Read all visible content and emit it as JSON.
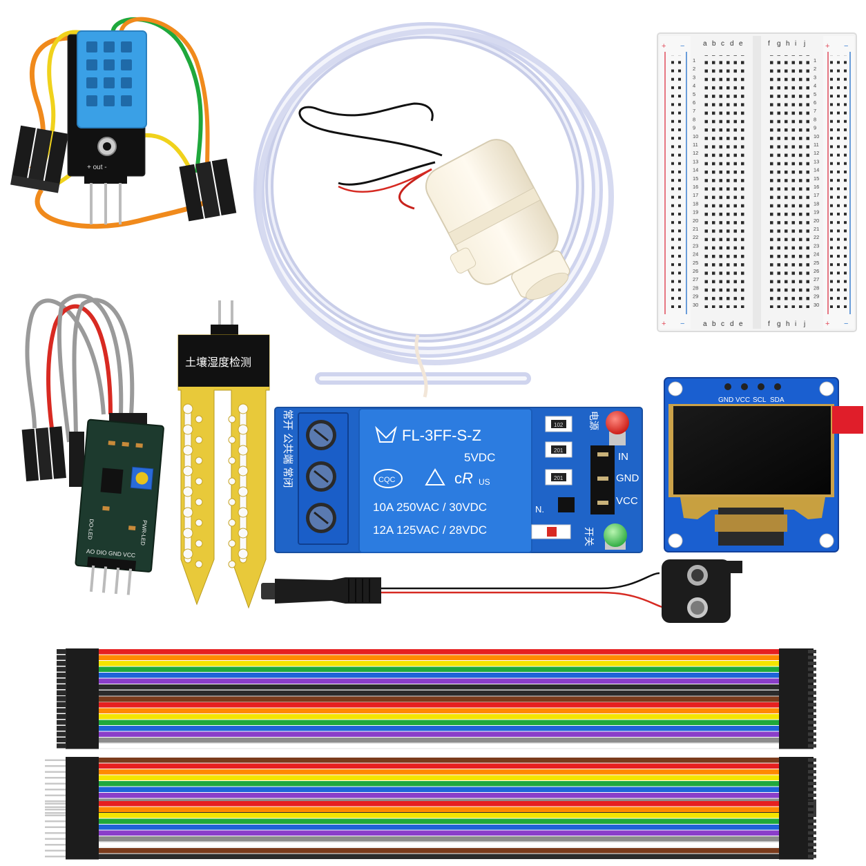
{
  "relay": {
    "model": "FL-3FF-S-Z",
    "voltage": "5VDC",
    "rating1": "10A  250VAC / 30VDC",
    "rating2": "12A  125VAC / 28VDC",
    "cert": "CQC",
    "us": "US",
    "pin_in": "IN",
    "pin_gnd": "GND",
    "pin_vcc": "VCC",
    "pin_n": "N.",
    "side_label_right": "电源",
    "side_label_switch": "开关",
    "side_label_left": "常开 公共端 常闭",
    "res1": "102",
    "res2": "201",
    "res3": "201"
  },
  "soil_probe": {
    "label": "土壤湿度检测"
  },
  "oled": {
    "pins": [
      "GND",
      "VCC",
      "SCL",
      "SDA"
    ]
  },
  "dht11": {
    "out_label": "+ out -"
  },
  "ldr_module": {
    "pins_label": "AO DIO GND VCC",
    "do_label": "DO-LED",
    "pwr_label": "PWR-LED"
  },
  "breadboard": {
    "cols_left": [
      "a",
      "b",
      "c",
      "d",
      "e"
    ],
    "cols_right": [
      "f",
      "g",
      "h",
      "i",
      "j"
    ],
    "plus": "+",
    "minus": "−",
    "row_numbers": [
      "1",
      "2",
      "3",
      "4",
      "5",
      "6",
      "7",
      "8",
      "9",
      "10",
      "11",
      "12",
      "13",
      "14",
      "15",
      "16",
      "17",
      "18",
      "19",
      "20",
      "21",
      "22",
      "23",
      "24",
      "25",
      "26",
      "27",
      "28",
      "29",
      "30"
    ]
  },
  "colors": {
    "relay_board": "#1f64c8",
    "relay_body": "#2c7ce0",
    "terminal": "#1a5ec8",
    "probe": "#e8c93a",
    "sensor_board": "#1d3a2e",
    "oled_board": "#1a5fd0",
    "dht_body": "#3aa0e6",
    "red_led": "#e0201c",
    "green_led": "#3cc050"
  },
  "ribbon_colors": [
    "#2b2b2b",
    "#7a3b1c",
    "#e62020",
    "#ff8a00",
    "#f4e400",
    "#1fa83c",
    "#1f63d8",
    "#8a3ec9",
    "#8c8c8c",
    "#ffffff"
  ]
}
